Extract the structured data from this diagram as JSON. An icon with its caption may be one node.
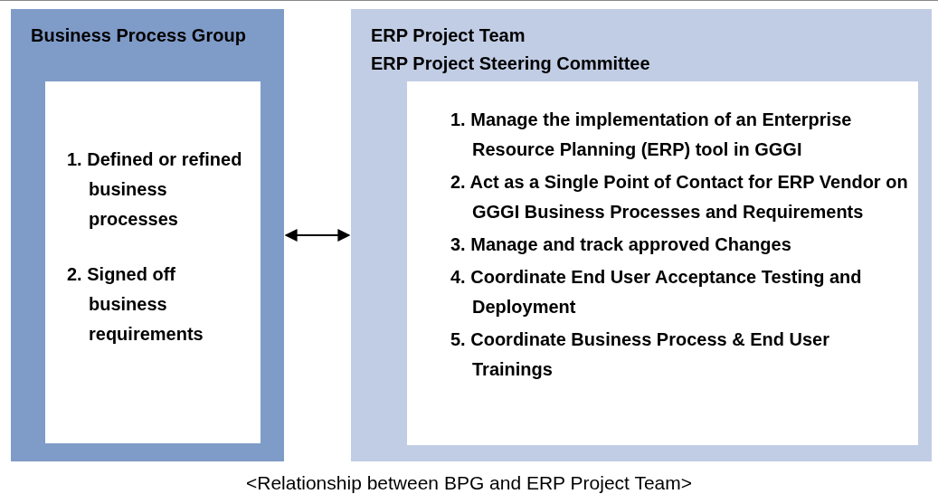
{
  "diagram": {
    "caption": "<Relationship between BPG and ERP Project Team>",
    "nodes": [
      {
        "text": [
          "Business Process Group"
        ]
      },
      {
        "text": [
          "1. Defined or refined business processes",
          "2. Signed off business requirements"
        ],
        "in": 0
      },
      {
        "text": [
          "ERP Project Team",
          "ERP Project Steering Committee"
        ]
      },
      {
        "text": [
          "1. Manage the implementation of an Enterprise Resource Planning (ERP) tool in GGGI",
          "2. Act as a Single Point of Contact for ERP Vendor on GGGI Business Processes and Requirements",
          "3. Manage and track approved Changes",
          "4. Coordinate End User Acceptance Testing and Deployment",
          "5. Coordinate Business Process & End User Trainings"
        ],
        "in": 2
      }
    ],
    "edges": [
      {
        "from": 0,
        "to": 2,
        "arrow": "both"
      }
    ]
  }
}
